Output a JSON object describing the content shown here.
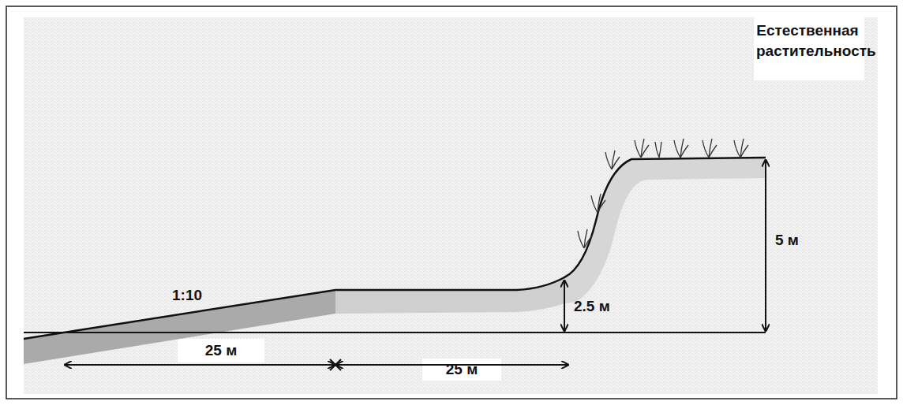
{
  "diagram": {
    "labels": [
      "Естественная растительность",
      "1:10",
      "25 м",
      "25 м",
      "2.5 м",
      "5 м"
    ]
  }
}
